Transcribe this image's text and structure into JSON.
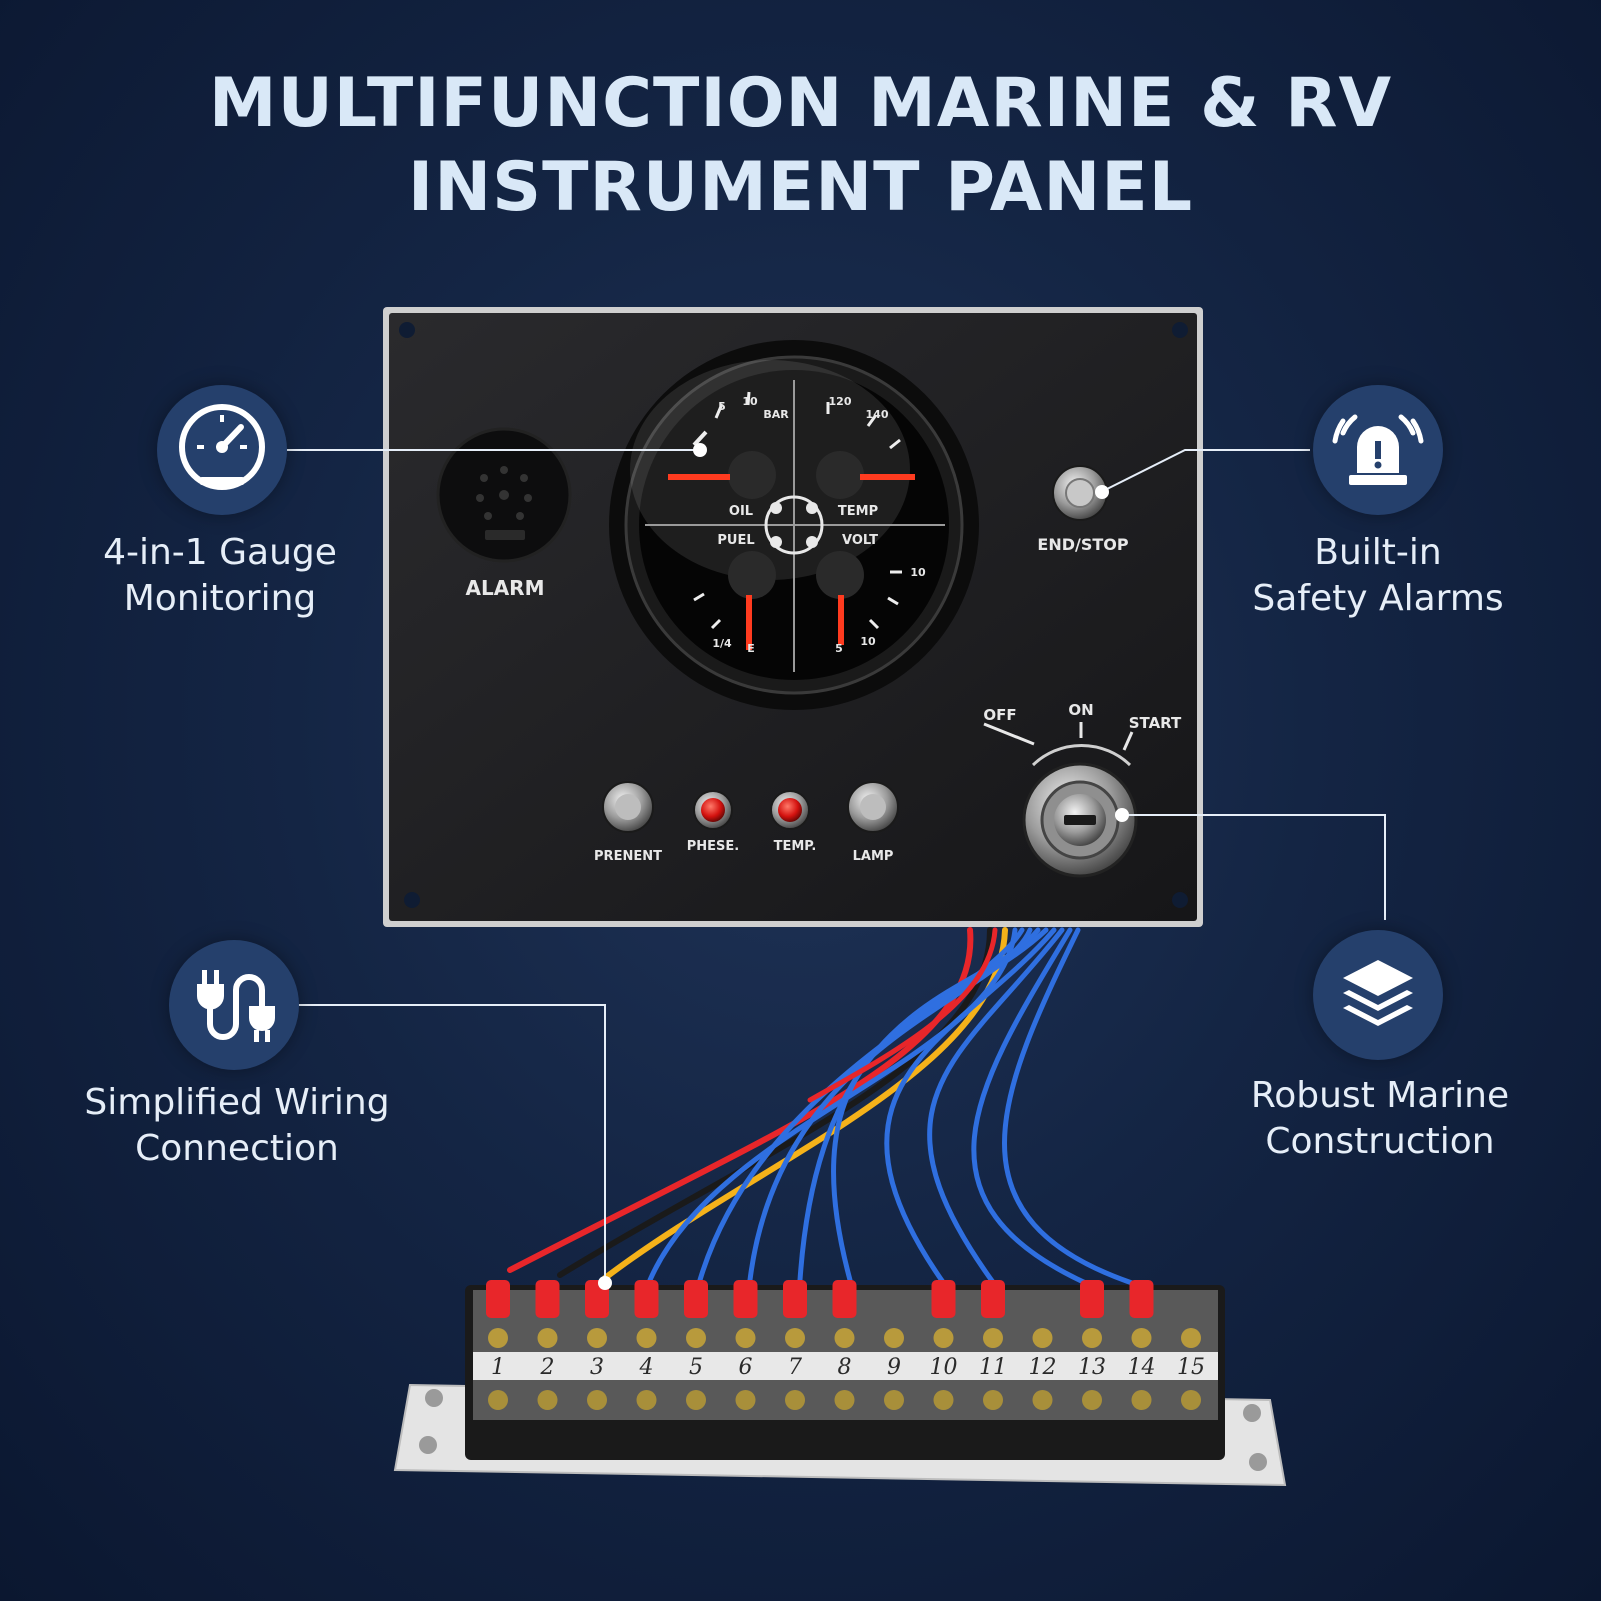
{
  "title": {
    "line1": "MULTIFUNCTION MARINE & RV",
    "line2": "INSTRUMENT PANEL"
  },
  "features": [
    {
      "icon": "speedometer-icon",
      "line1": "4-in-1 Gauge",
      "line2": "Monitoring"
    },
    {
      "icon": "alarm-light-icon",
      "line1": "Built-in",
      "line2": "Safety Alarms"
    },
    {
      "icon": "plug-icon",
      "line1": "Simplified Wiring",
      "line2": "Connection"
    },
    {
      "icon": "layers-icon",
      "line1": "Robust Marine",
      "line2": "Construction"
    }
  ],
  "panel": {
    "alarm_label": "ALARM",
    "end_stop_label": "END/STOP",
    "gauge": {
      "oil": "OIL",
      "temp": "TEMP",
      "fuel": "PUEL",
      "volt": "VOLT",
      "bar": "BAR",
      "top_ticks": [
        "5",
        "10"
      ],
      "temp_ticks": [
        "120",
        "140"
      ],
      "volt_ticks": [
        "10"
      ],
      "bottom_ticks": [
        "1/4",
        "E",
        "5",
        "10"
      ]
    },
    "buttons": [
      "PRENENT",
      "PHESE.",
      "TEMP.",
      "LAMP"
    ],
    "ignition": [
      "OFF",
      "ON",
      "START"
    ]
  },
  "terminal_numbers": [
    "1",
    "2",
    "3",
    "4",
    "5",
    "6",
    "7",
    "8",
    "9",
    "10",
    "11",
    "12",
    "13",
    "14",
    "15"
  ],
  "colors": {
    "background": "#142544",
    "title": "#d9e8f7",
    "icon_circle": "#25406c",
    "panel": "#1c1c1e",
    "needle": "#ff3b1f",
    "wire_blue": "#2f6fe0",
    "wire_red": "#e8262a",
    "wire_yellow": "#f5b21a"
  }
}
